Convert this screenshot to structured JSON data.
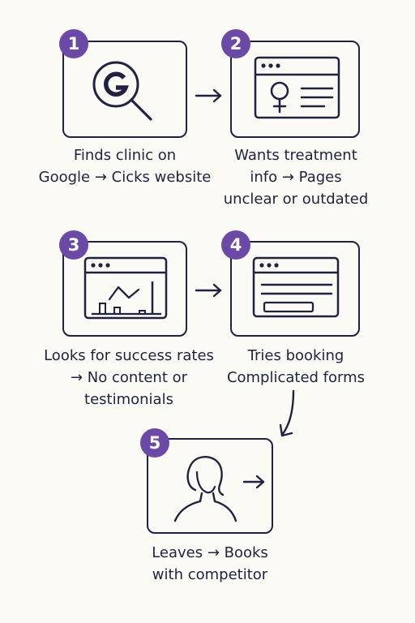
{
  "steps": [
    {
      "number": "1",
      "icon": "google-search-icon",
      "caption_lines": [
        "Finds clinic on",
        "Google → Cicks website"
      ]
    },
    {
      "number": "2",
      "icon": "female-symbol-browser-icon",
      "caption_lines": [
        "Wants treatment",
        "info → Pages",
        "unclear or outdated"
      ]
    },
    {
      "number": "3",
      "icon": "bar-chart-browser-icon",
      "caption_lines": [
        "Looks for success rates",
        "→ No content or",
        "testimonials"
      ]
    },
    {
      "number": "4",
      "icon": "form-browser-icon",
      "caption_lines": [
        "Tries booking",
        "Complicated forms"
      ]
    },
    {
      "number": "5",
      "icon": "person-leaving-icon",
      "caption_lines": [
        "Leaves → Books",
        "with competitor"
      ]
    }
  ],
  "colors": {
    "accent": "#6a4aa6",
    "ink": "#1f2240",
    "background": "#fbfaf5"
  }
}
